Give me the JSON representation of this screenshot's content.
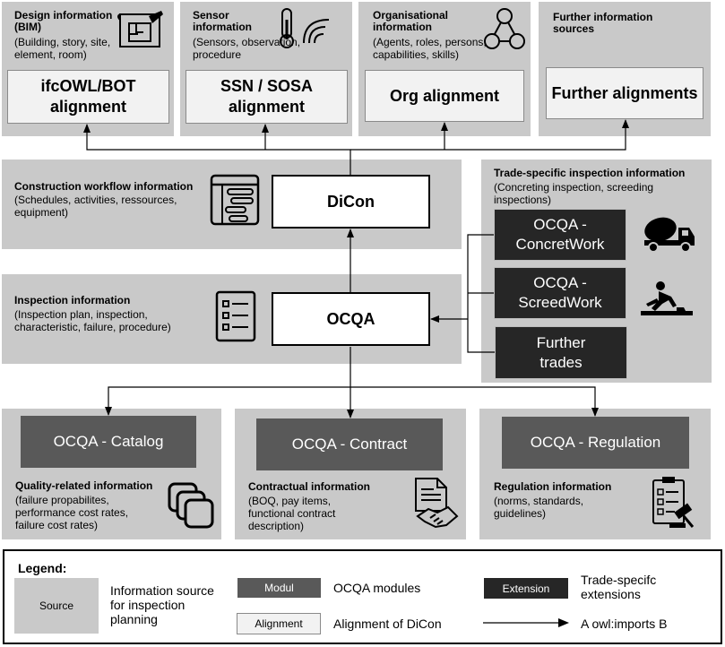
{
  "sources": {
    "design": {
      "title": "Design information (BIM)",
      "desc": "(Building, story, site, element, room)",
      "alignment": "ifcOWL/BOT alignment",
      "icon": "blueprint-icon"
    },
    "sensor": {
      "title": "Sensor information",
      "desc": "(Sensors, observation, procedure",
      "alignment": "SSN / SOSA alignment",
      "icon": "thermometer-signal-icon"
    },
    "organisational": {
      "title": "Organisational information",
      "desc": "(Agents, roles, persons, capabilities, skills)",
      "alignment": "Org alignment",
      "icon": "org-network-icon"
    },
    "further": {
      "title": "Further information sources",
      "alignment": "Further alignments"
    },
    "workflow": {
      "title": "Construction workflow information",
      "desc": "(Schedules, activities, ressources, equipment)",
      "icon": "gantt-chart-icon"
    },
    "inspection": {
      "title": "Inspection information",
      "desc": "(Inspection plan, inspection, characteristic, failure, procedure)",
      "icon": "checklist-icon"
    },
    "trade": {
      "title": "Trade-specific inspection information",
      "desc": "(Concreting inspection, screeding inspections)"
    },
    "quality": {
      "title": "Quality-related information",
      "desc": "(failure propabilites, performance cost rates, failure cost rates)",
      "icon": "stacked-cards-icon"
    },
    "contractual": {
      "title": "Contractual information",
      "desc": "(BOQ, pay items, functional contract description)",
      "icon": "contract-handshake-icon"
    },
    "regulation": {
      "title": "Regulation information",
      "desc": "(norms, standards, guidelines)",
      "icon": "regulation-gavel-icon"
    }
  },
  "core": {
    "dicon": "DiCon",
    "ocqa": "OCQA"
  },
  "modules": {
    "catalog": "OCQA - Catalog",
    "contract": "OCQA - Contract",
    "regulation": "OCQA - Regulation"
  },
  "extensions": {
    "concrete": {
      "label": "OCQA - ConcretWork",
      "icon": "concrete-mixer-truck-icon"
    },
    "screed": {
      "label": "OCQA - ScreedWork",
      "icon": "worker-screeding-icon"
    },
    "further": {
      "label": "Further trades"
    }
  },
  "legend": {
    "title": "Legend:",
    "source_swatch": "Source",
    "source_label": "Information source for inspection planning",
    "modul_swatch": "Modul",
    "modul_label": "OCQA modules",
    "extension_swatch": "Extension",
    "extension_label": "Trade-specifc extensions",
    "alignment_swatch": "Alignment",
    "alignment_label": "Alignment of DiCon",
    "arrow_label": "A owl:imports B"
  },
  "colors": {
    "source": "#c9c9c9",
    "modul": "#595959",
    "extension": "#262626",
    "alignment": "#f2f2f2"
  }
}
